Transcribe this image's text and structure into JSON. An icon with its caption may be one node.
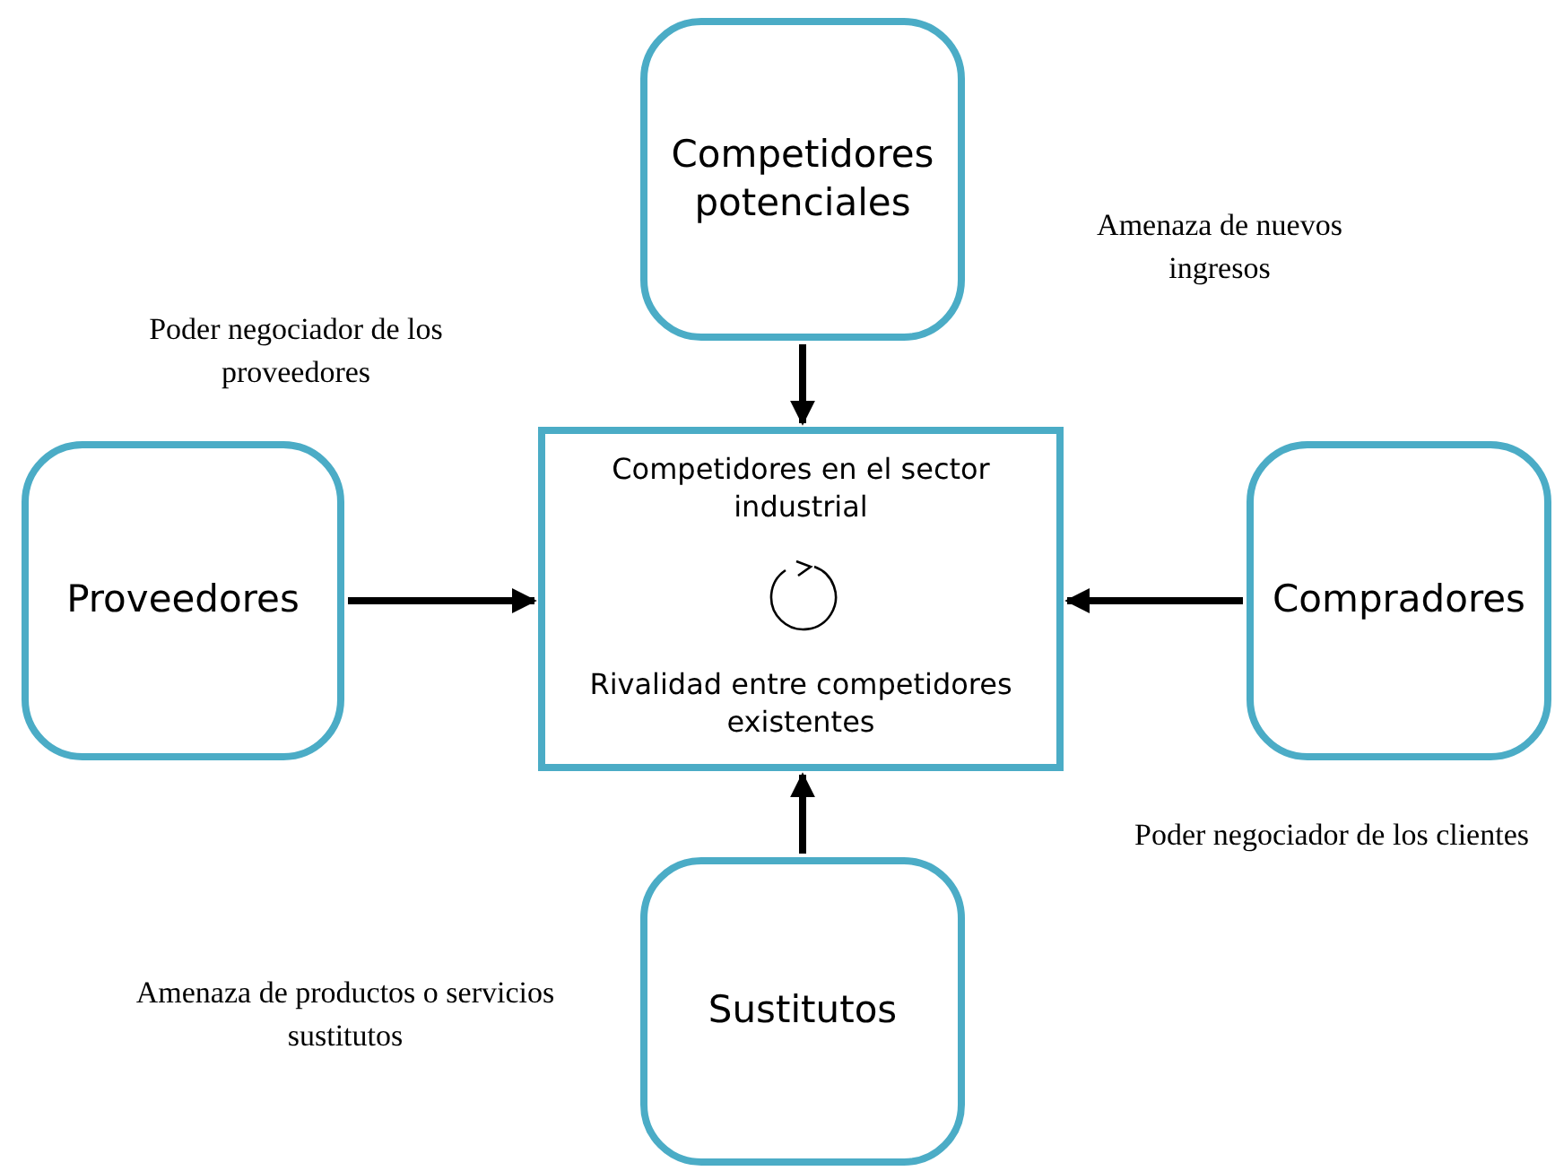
{
  "diagram": {
    "nodes": [
      {
        "text": [
          "Competidores potenciales"
        ]
      },
      {
        "text": [
          "Proveedores"
        ]
      },
      {
        "text": [
          "Competidores en el sector industrial",
          "Rivalidad entre competidores existentes"
        ]
      },
      {
        "text": [
          "Compradores"
        ]
      },
      {
        "text": [
          "Sustitutos"
        ]
      }
    ],
    "edges": [
      {
        "from": 0,
        "to": 2,
        "arrow": "to"
      },
      {
        "from": 1,
        "to": 2,
        "arrow": "to"
      },
      {
        "from": 3,
        "to": 2,
        "arrow": "to"
      },
      {
        "from": 4,
        "to": 2,
        "arrow": "to"
      }
    ],
    "labels": [
      "Amenaza de nuevos ingresos",
      "Poder negociador de los proveedores",
      "Poder negociador de los clientes",
      "Amenaza de productos o servicios sustitutos"
    ]
  }
}
